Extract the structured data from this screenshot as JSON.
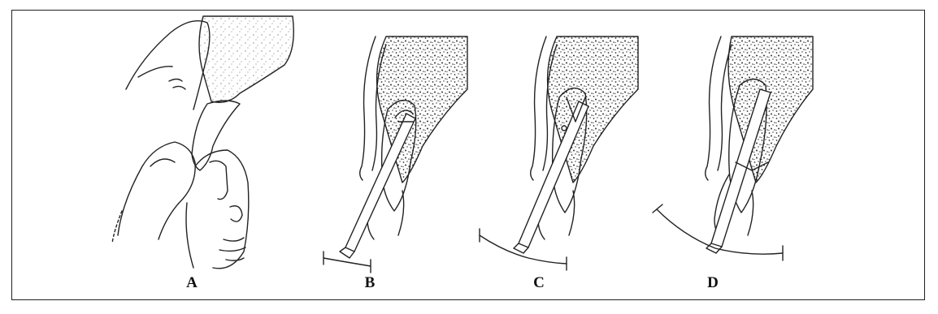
{
  "figure": {
    "panels": [
      {
        "label": "A"
      },
      {
        "label": "B"
      },
      {
        "label": "C"
      },
      {
        "label": "D"
      }
    ]
  },
  "colors": {
    "line": "#222222",
    "stipple": "#333333",
    "background": "#ffffff"
  }
}
